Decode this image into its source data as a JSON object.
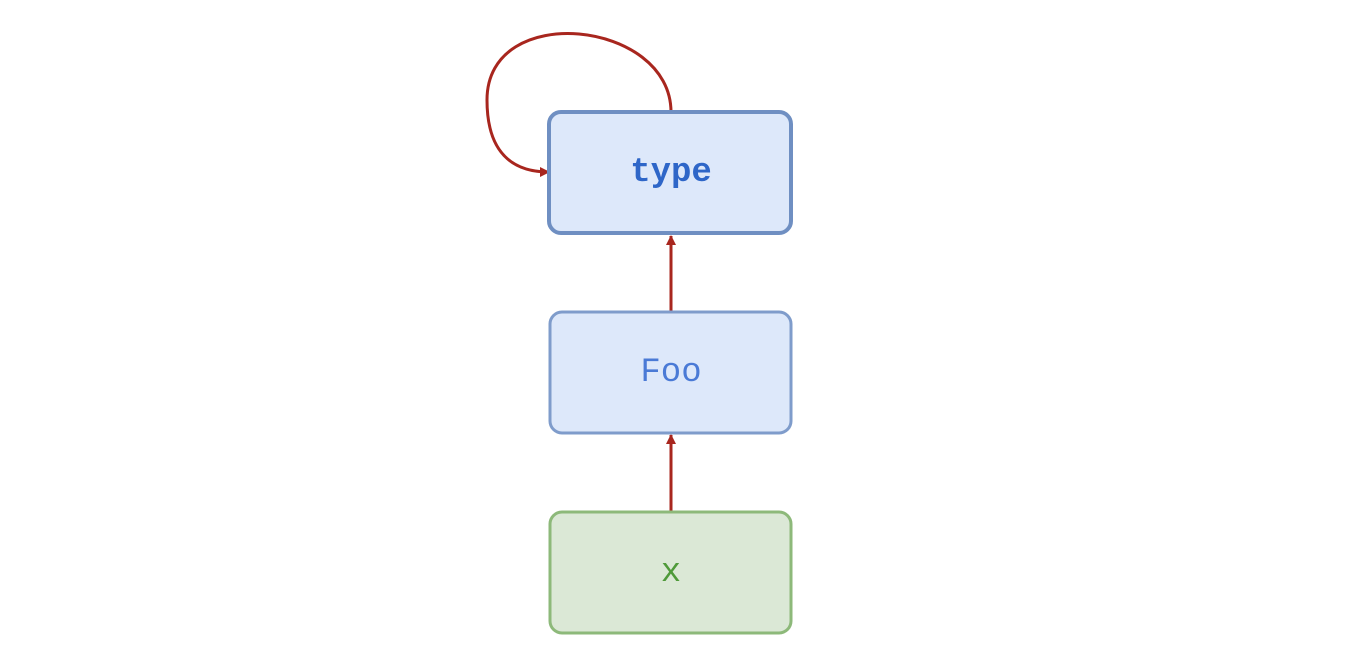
{
  "nodes": {
    "type": {
      "label": "type",
      "fill": "#dde8fa",
      "stroke": "#6f8fc2",
      "text_color": "#2e66c8"
    },
    "foo": {
      "label": "Foo",
      "fill": "#dde8fa",
      "stroke": "#7f9ccb",
      "text_color": "#4a7ad6"
    },
    "x": {
      "label": "x",
      "fill": "#dbe8d6",
      "stroke": "#8db97a",
      "text_color": "#4f9a3a"
    }
  },
  "edges": [
    {
      "from": "x",
      "to": "foo"
    },
    {
      "from": "foo",
      "to": "type"
    },
    {
      "from": "type",
      "to": "type"
    }
  ],
  "edge_color": "#a8261e"
}
